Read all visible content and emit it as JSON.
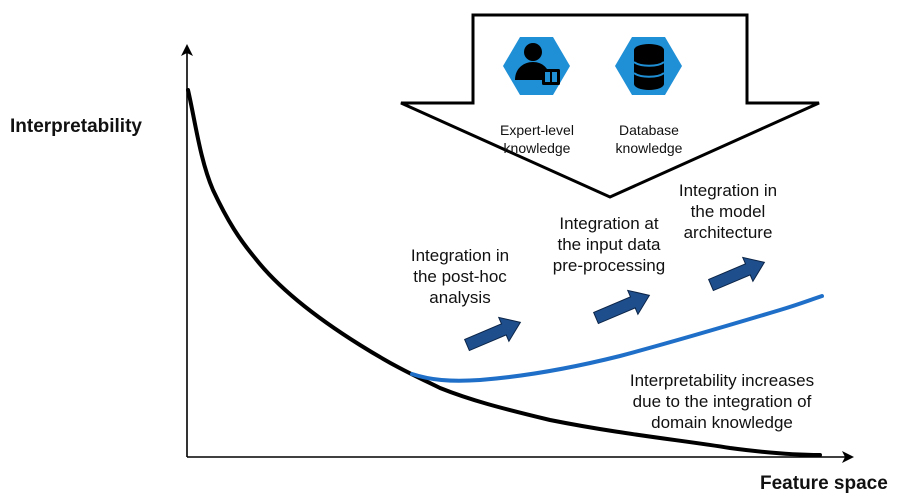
{
  "axes": {
    "y_label": "Interpretability",
    "x_label": "Feature space"
  },
  "knowledge_sources": {
    "expert": {
      "line1": "Expert-level",
      "line2": "knowledge",
      "icon": "expert-reading-icon"
    },
    "database": {
      "line1": "Database",
      "line2": "knowledge",
      "icon": "database-icon"
    },
    "hexagon_color": "#1f8fd6"
  },
  "stages": [
    {
      "lines": [
        "Integration in",
        "the post-hoc",
        "analysis"
      ]
    },
    {
      "lines": [
        "Integration at",
        "the input data",
        "pre-processing"
      ]
    },
    {
      "lines": [
        "Integration in",
        "the model",
        "architecture"
      ]
    }
  ],
  "annotation": {
    "lines": [
      "Interpretability increases",
      "due to the integration of",
      "domain knowledge"
    ]
  },
  "colors": {
    "baseline_curve": "#000000",
    "improved_curve": "#1f6fc8",
    "stage_arrow": "#1f4e8c"
  }
}
